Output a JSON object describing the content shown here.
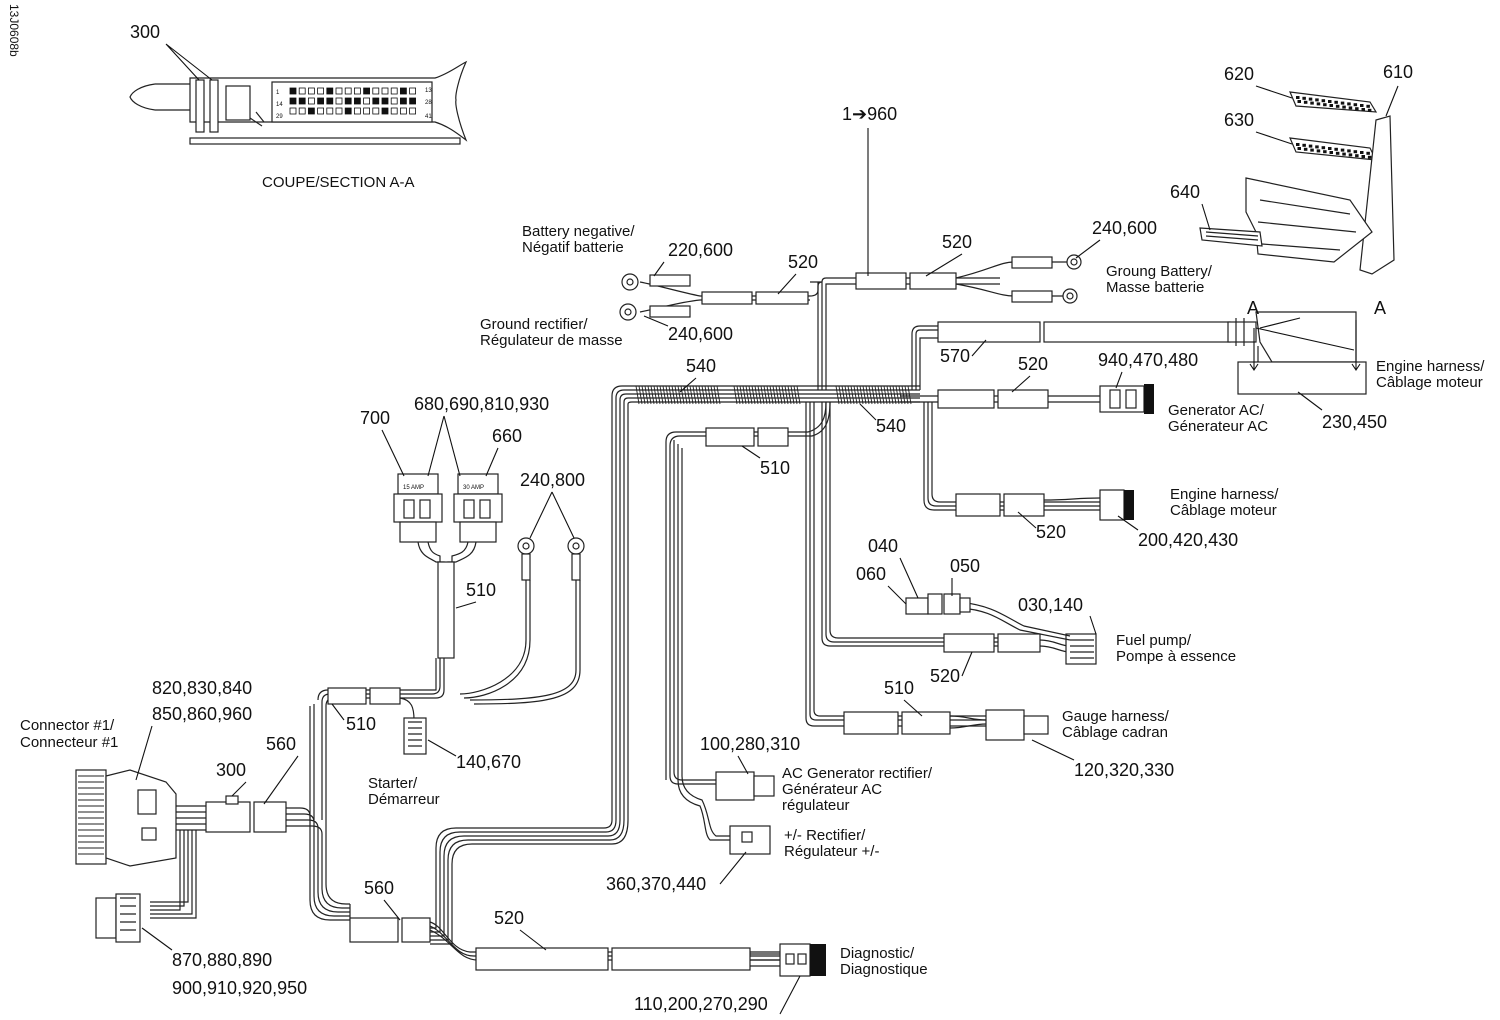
{
  "drawing_id": "13J0608b",
  "section": {
    "ref": "300",
    "caption": "COUPE/SECTION A-A",
    "pins": [
      "13",
      "14",
      "28",
      "29",
      "41",
      "1"
    ]
  },
  "labels": {
    "l1960": "1➔960",
    "l520a": "520",
    "l240600a": "240,600",
    "ground_battery_1": "Groung Battery/",
    "ground_battery_2": "Masse batterie",
    "l620": "620",
    "l630": "630",
    "l610": "610",
    "l640": "640",
    "battneg_1": "Battery negative/",
    "battneg_2": "Négatif batterie",
    "l220600": "220,600",
    "l520b": "520",
    "grect_1": "Ground rectifier/",
    "grect_2": "Régulateur de masse",
    "l240600b": "240,600",
    "secA1": "A",
    "secA2": "A",
    "l570": "570",
    "l520c": "520",
    "l940470480": "940,470,480",
    "engine_top_1": "Engine harness/",
    "engine_top_2": "Câblage moteur",
    "gen_1": "Generator AC/",
    "gen_2": "Génerateur AC",
    "l230450": "230,450",
    "l540a": "540",
    "l540b": "540",
    "l510a": "510",
    "l700": "700",
    "l680": "680,690,810,930",
    "l660": "660",
    "fuse15": "15 AMP",
    "fuse30": "30 AMP",
    "l240800": "240,800",
    "engine_mid_1": "Engine harness/",
    "engine_mid_2": "Câblage moteur",
    "l520d": "520",
    "l200420430": "200,420,430",
    "l040": "040",
    "l060": "060",
    "l050": "050",
    "l030140": "030,140",
    "fuel_1": "Fuel pump/",
    "fuel_2": "Pompe à essence",
    "l520e": "520",
    "l510b": "510",
    "l510c": "510",
    "gauge_1": "Gauge harness/",
    "gauge_2": "Câblage cadran",
    "l120320330": "120,320,330",
    "l820830840": "820,830,840",
    "l850860960": "850,860,960",
    "conn_1": "Connector #1/",
    "conn_2": "Connecteur #1",
    "l560a": "560",
    "l300b": "300",
    "l510d": "510",
    "l140670": "140,670",
    "starter_1": "Starter/",
    "starter_2": "Démarreur",
    "l100280310": "100,280,310",
    "acgen_1": "AC Generator rectifier/",
    "acgen_2": "Générateur AC",
    "acgen_3": "régulateur",
    "rect_1": "+/- Rectifier/",
    "rect_2": "Régulateur +/-",
    "l360370440": "360,370,440",
    "l560b": "560",
    "l520f": "520",
    "diag_1": "Diagnostic/",
    "diag_2": "Diagnostique",
    "l870880890": "870,880,890",
    "l900910920950": "900,910,920,950",
    "l110200270290": "110,200,270,290"
  }
}
